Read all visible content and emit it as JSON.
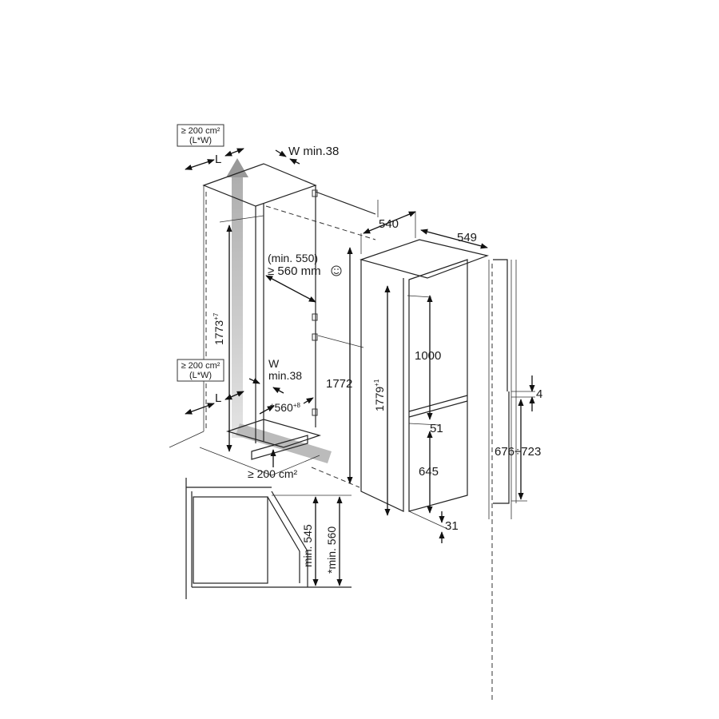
{
  "title": "Built-in fridge-freezer installation dimensions",
  "niche": {
    "vent_top_box": [
      "≥ 200 cm²",
      "(L*W)"
    ],
    "vent_top_width": "W min.38",
    "vent_top_length": "L",
    "door_clearance_min": "(min. 550)",
    "door_clearance": "≥ 560 mm",
    "smiley_icon": "smiley-icon",
    "niche_height": "1773",
    "niche_height_tol": "+7",
    "vent_bottom_box": [
      "≥ 200 cm²",
      "(L*W)"
    ],
    "vent_bottom_width_w": "W",
    "vent_bottom_width_min": "min.38",
    "vent_bottom_length": "L",
    "niche_depth": "*560",
    "niche_depth_tol": "+8",
    "cabinet_height": "1772",
    "plinth_vent": "≥ 200 cm²"
  },
  "appliance": {
    "width": "540",
    "depth": "549",
    "height": "1779",
    "height_tol": "+1",
    "upper_door": "1000",
    "gap": "51",
    "lower_door": "645",
    "bottom_offset": "31",
    "door_gap": "4",
    "lower_door_range": "676÷723"
  },
  "inset": {
    "depth_min": "min. 545",
    "depth_min_star": "*min. 560"
  }
}
